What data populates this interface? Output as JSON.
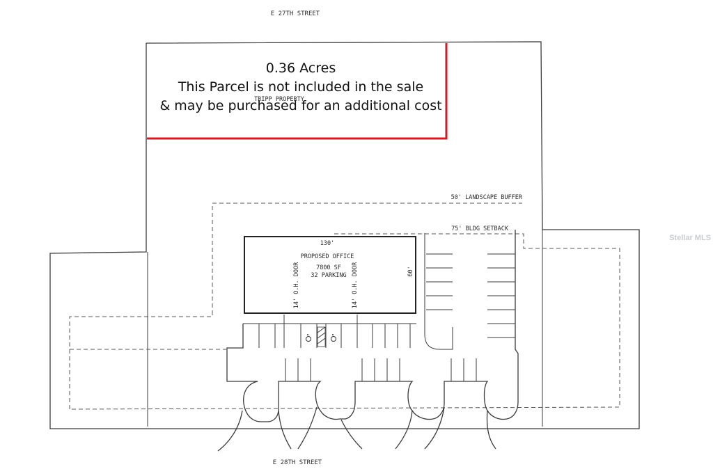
{
  "streets": {
    "north": "E 27TH STREET",
    "south": "E 28TH STREET"
  },
  "parcel_note": {
    "line1": "0.36 Acres",
    "line2": "This Parcel is not included in the sale",
    "line3": "& may be purchased for an additional cost",
    "border_color": "#cc1f25"
  },
  "labels": {
    "tripp_property": "TRIPP PROPERTY",
    "landscape_buffer": "50' LANDSCAPE BUFFER",
    "bldg_setback": "75' BLDG SETBACK",
    "building_width": "130'",
    "building_depth": "60'",
    "door_left": "14' O.H. DOOR",
    "door_right": "14' O.H. DOOR"
  },
  "building": {
    "name": "PROPOSED OFFICE",
    "area": "7800 SF",
    "parking": "32 PARKING"
  },
  "icons": {
    "accessible_parking": "wheelchair-icon"
  },
  "watermark": "Stellar MLS"
}
